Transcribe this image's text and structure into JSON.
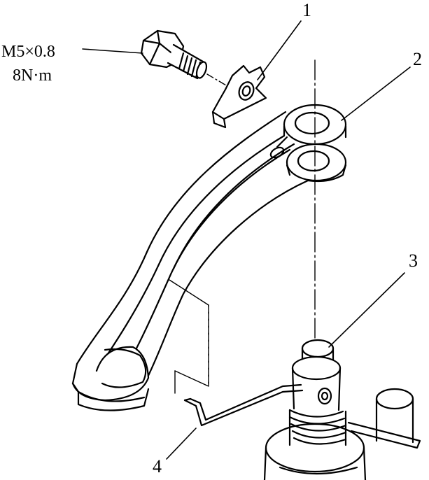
{
  "spec": {
    "thread": "M5×0.8",
    "torque": "8N·m"
  },
  "callouts": [
    {
      "id": "1"
    },
    {
      "id": "2"
    },
    {
      "id": "3"
    },
    {
      "id": "4"
    }
  ],
  "colors": {
    "line": "#000000",
    "background": "#ffffff"
  }
}
